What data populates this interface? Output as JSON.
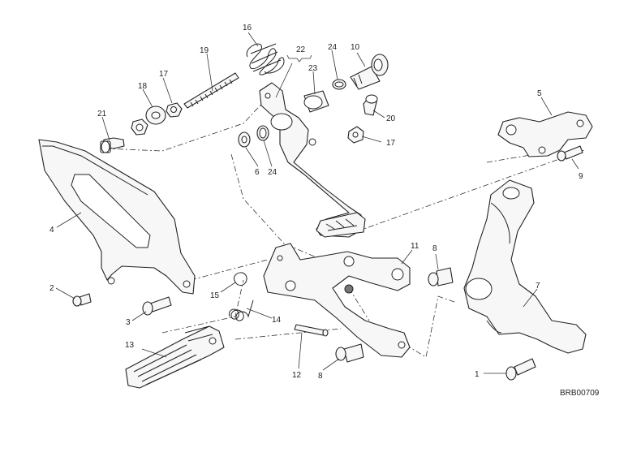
{
  "diagram": {
    "reference_code": "BRB00709",
    "callouts": [
      {
        "id": "c1",
        "text": "1"
      },
      {
        "id": "c2",
        "text": "2"
      },
      {
        "id": "c3",
        "text": "3"
      },
      {
        "id": "c4",
        "text": "4"
      },
      {
        "id": "c5",
        "text": "5"
      },
      {
        "id": "c6",
        "text": "6"
      },
      {
        "id": "c7",
        "text": "7"
      },
      {
        "id": "c8a",
        "text": "8"
      },
      {
        "id": "c8b",
        "text": "8"
      },
      {
        "id": "c9",
        "text": "9"
      },
      {
        "id": "c10",
        "text": "10"
      },
      {
        "id": "c11",
        "text": "11"
      },
      {
        "id": "c12",
        "text": "12"
      },
      {
        "id": "c13",
        "text": "13"
      },
      {
        "id": "c14",
        "text": "14"
      },
      {
        "id": "c15",
        "text": "15"
      },
      {
        "id": "c16",
        "text": "16"
      },
      {
        "id": "c17a",
        "text": "17"
      },
      {
        "id": "c17b",
        "text": "17"
      },
      {
        "id": "c18",
        "text": "18"
      },
      {
        "id": "c19",
        "text": "19"
      },
      {
        "id": "c20",
        "text": "20"
      },
      {
        "id": "c21",
        "text": "21"
      },
      {
        "id": "c22",
        "text": "22"
      },
      {
        "id": "c23",
        "text": "23"
      },
      {
        "id": "c24a",
        "text": "24"
      },
      {
        "id": "c24b",
        "text": "24"
      }
    ]
  }
}
